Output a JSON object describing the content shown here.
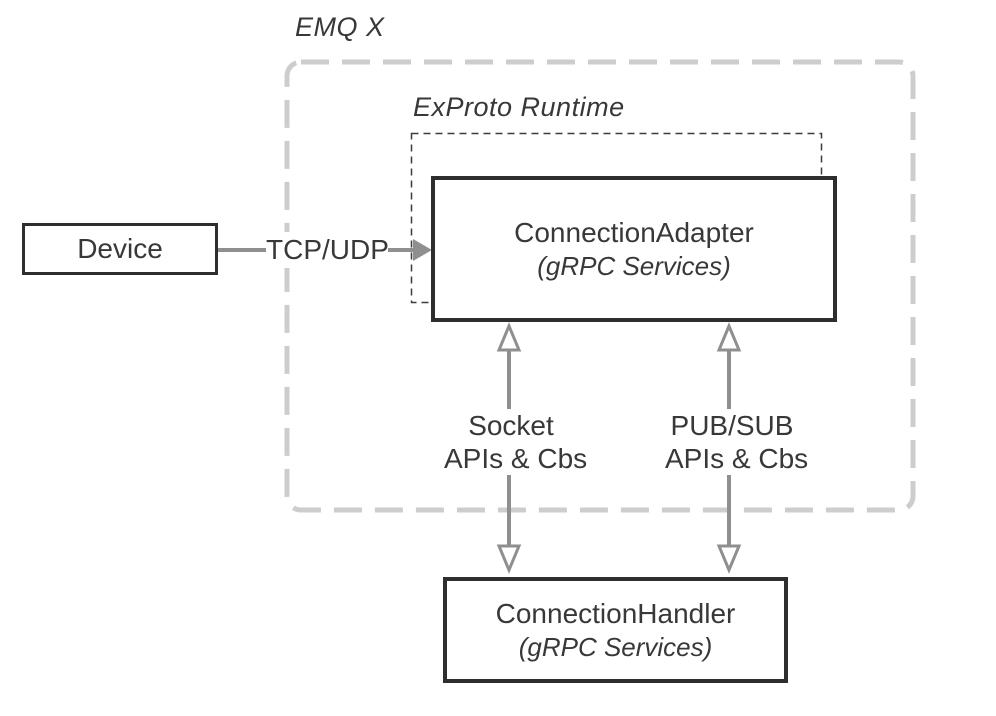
{
  "diagram": {
    "outer_group_label": "EMQ X",
    "inner_group_label": "ExProto Runtime",
    "nodes": {
      "device": {
        "label": "Device"
      },
      "connection_adapter": {
        "label": "ConnectionAdapter",
        "sublabel": "(gRPC Services)"
      },
      "connection_handler": {
        "label": "ConnectionHandler",
        "sublabel": "(gRPC Services)"
      }
    },
    "edges": {
      "tcp_udp": {
        "label": "TCP/UDP",
        "direction": "right"
      },
      "socket_apis": {
        "line1": "Socket",
        "line2": "APIs & Cbs",
        "direction": "both"
      },
      "pubsub_apis": {
        "line1": "PUB/SUB",
        "line2": "APIs & Cbs",
        "direction": "both"
      }
    },
    "colors": {
      "text": "#383838",
      "border_dark": "#2e2e2e",
      "dashed_light": "#cdcdcd",
      "dashed_dark": "#3c3c3c",
      "arrow_gray": "#8f8f8f",
      "background": "#ffffff"
    }
  }
}
